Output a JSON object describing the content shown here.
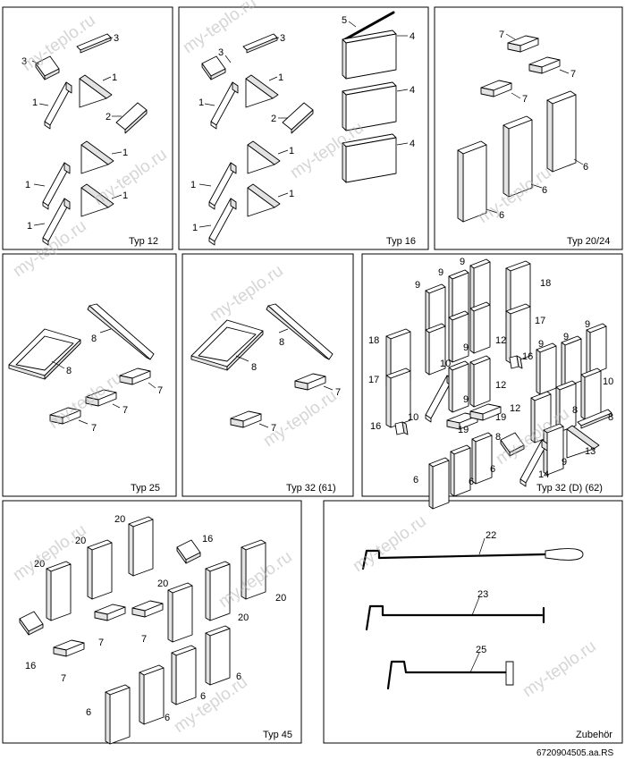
{
  "diagram": {
    "document_code": "6720904505.aa.RS",
    "watermark_text": "my-teplo.ru",
    "panels": [
      {
        "id": "typ12",
        "caption": "Typ 12"
      },
      {
        "id": "typ16",
        "caption": "Typ 16"
      },
      {
        "id": "typ2024",
        "caption": "Typ 20/24"
      },
      {
        "id": "typ25",
        "caption": "Typ 25"
      },
      {
        "id": "typ32",
        "caption": "Typ 32 (61)"
      },
      {
        "id": "typ32d",
        "caption": "Typ 32 (D) (62)"
      },
      {
        "id": "typ45",
        "caption": "Typ 45"
      },
      {
        "id": "zubehor",
        "caption": "Zubehör"
      }
    ],
    "parts": {
      "p1": "1",
      "p2": "2",
      "p3": "3",
      "p4": "4",
      "p5": "5",
      "p6": "6",
      "p7": "7",
      "p8": "8",
      "p9": "9",
      "p10": "10",
      "p12": "12",
      "p13": "13",
      "p14": "14",
      "p16": "16",
      "p17": "17",
      "p18": "18",
      "p19": "19",
      "p20": "20",
      "p22": "22",
      "p23": "23",
      "p25": "25"
    }
  }
}
